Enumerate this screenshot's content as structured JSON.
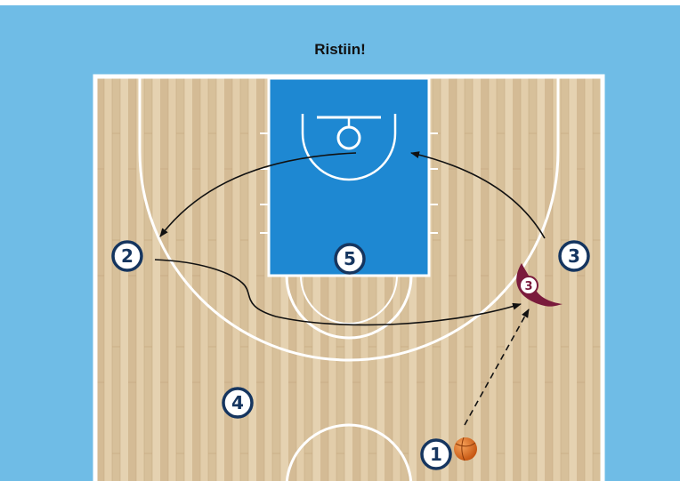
{
  "title": "Ristiin!",
  "colors": {
    "background": "#6fbce6",
    "floor": "#d9c3a0",
    "paint": "#1e88d2",
    "player_stroke": "#15355f",
    "defender": "#7a1b3c",
    "ball": "#e06a1c"
  },
  "players": [
    {
      "number": "1",
      "label": "1"
    },
    {
      "number": "2",
      "label": "2"
    },
    {
      "number": "3",
      "label": "3"
    },
    {
      "number": "4",
      "label": "4"
    },
    {
      "number": "5",
      "label": "5"
    }
  ],
  "defender": {
    "number": "3",
    "label": "3"
  },
  "icons": {
    "ball": "basketball-icon"
  }
}
